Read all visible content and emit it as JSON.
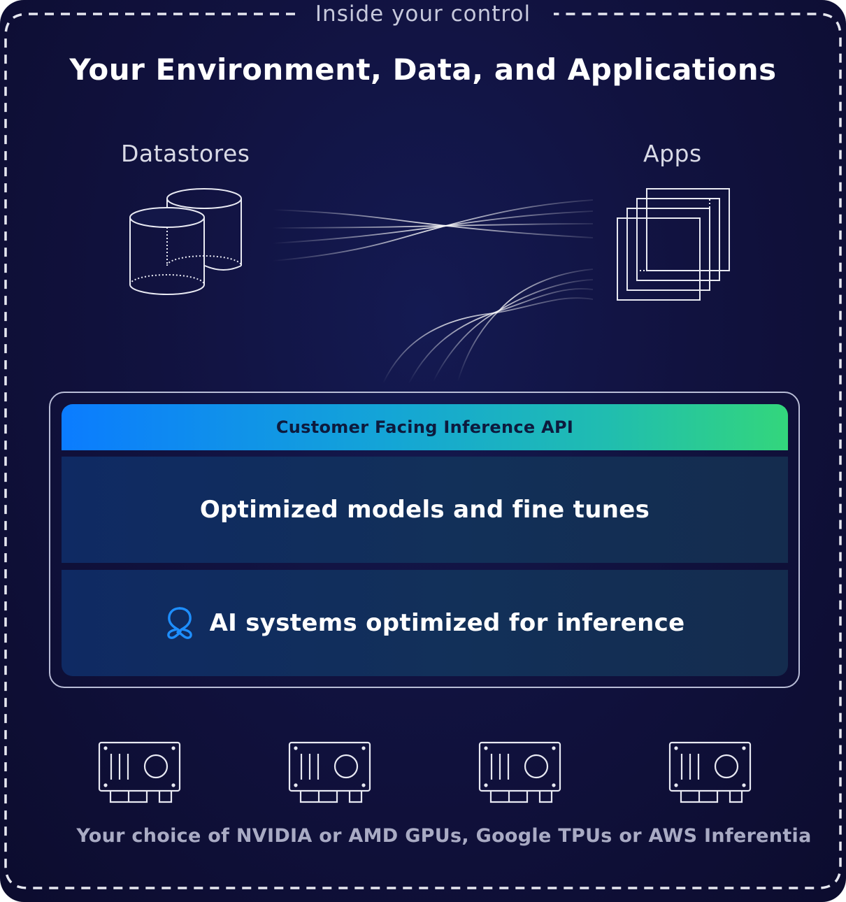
{
  "frame": {
    "label": "Inside your control"
  },
  "title": "Your Environment, Data, and Applications",
  "nodes": {
    "datastores": "Datastores",
    "apps": "Apps"
  },
  "stack": {
    "api": "Customer Facing Inference API",
    "models": "Optimized models and fine tunes",
    "systems": "AI systems optimized for inference",
    "logo_icon": "brand-logo-icon"
  },
  "hardware": {
    "caption": "Your choice of NVIDIA or AMD GPUs, Google TPUs or AWS Inferentia",
    "icon": "gpu-card-icon"
  },
  "colors": {
    "background": "#11123f",
    "api_gradient_start": "#0b7cff",
    "api_gradient_end": "#33d67c",
    "layer": "#123059",
    "logo": "#1e8fff"
  }
}
